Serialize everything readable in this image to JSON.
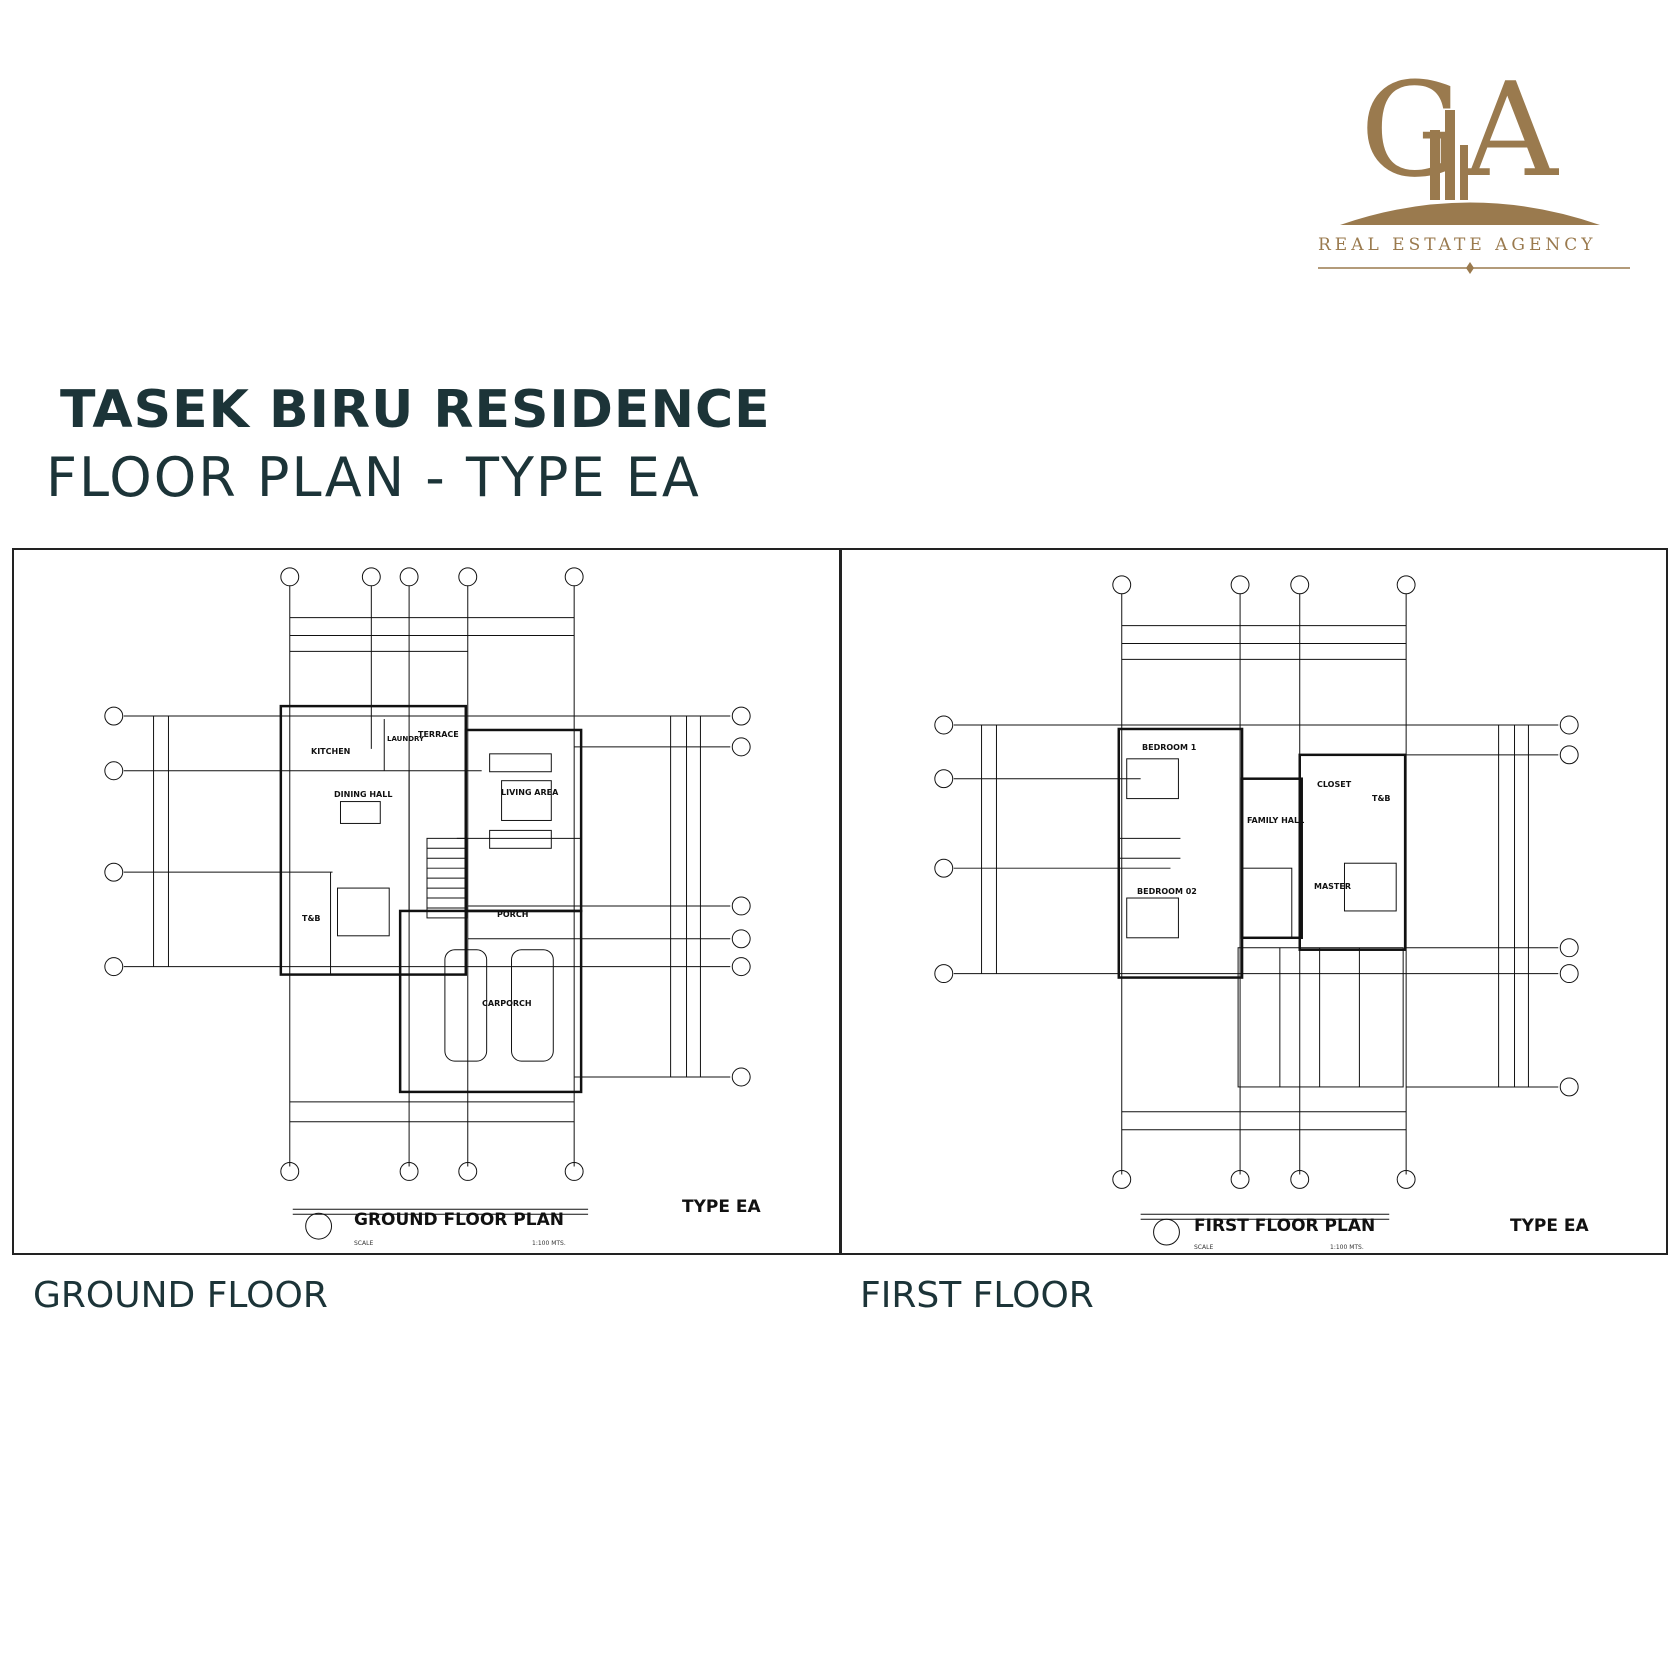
{
  "logo": {
    "monogram": "GA",
    "tagline": "REAL ESTATE AGENCY",
    "color": "#9a7a4e"
  },
  "header": {
    "title": "TASEK BIRU RESIDENCE",
    "subtitle": "FLOOR PLAN - TYPE EA",
    "color": "#1c3438"
  },
  "ground_floor": {
    "caption": "GROUND FLOOR",
    "plan_title": "GROUND FLOOR PLAN",
    "type_label": "TYPE EA",
    "scale_label": "SCALE",
    "scale_value": "1:100  MTS.",
    "rooms": {
      "kitchen": "KITCHEN",
      "laundry": "LAUNDRY",
      "terrace": "TERRACE",
      "living": "LIVING AREA",
      "dining": "DINING HALL",
      "tb": "T&B",
      "porch": "PORCH",
      "carporch": "CARPORCH"
    }
  },
  "first_floor": {
    "caption": "FIRST FLOOR",
    "plan_title": "FIRST FLOOR PLAN",
    "type_label": "TYPE EA",
    "scale_label": "SCALE",
    "scale_value": "1:100  MTS.",
    "rooms": {
      "bedroom1": "BEDROOM 1",
      "bedroom2": "BEDROOM 02",
      "family": "FAMILY HALL",
      "closet": "CLOSET",
      "tb": "T&B",
      "master": "MASTER"
    }
  }
}
